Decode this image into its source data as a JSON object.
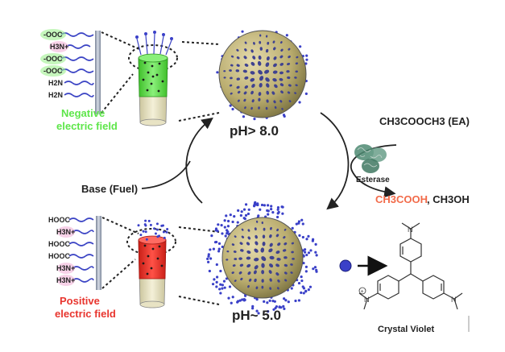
{
  "top_surface": {
    "groups": [
      "-OOC",
      "H3N+",
      "-OOC",
      "-OOC",
      "H2N",
      "H2N"
    ]
  },
  "bottom_surface": {
    "groups": [
      "HOOC",
      "H3N+",
      "HOOC",
      "HOOC",
      "H3N+",
      "H3N+"
    ]
  },
  "labels": {
    "negative_line1": "Negative",
    "negative_line2": "electric field",
    "positive_line1": "Positive",
    "positive_line2": "electric field",
    "ph_high": "pH> 8.0",
    "ph_low": "pH~ 5.0",
    "base_fuel": "Base (Fuel)",
    "ester": "CH3COOCH3 (EA)",
    "enzyme": "Esterase",
    "acid": "CH3COOH",
    "alcohol": ", CH3OH",
    "dye": "Crystal Violet"
  },
  "colors": {
    "negative": "#5ee64a",
    "positive": "#e8352e",
    "acid": "#f26b4a",
    "particle": "#3a40c8",
    "sphere": "#c9be82",
    "chain": "#3b44c4"
  }
}
